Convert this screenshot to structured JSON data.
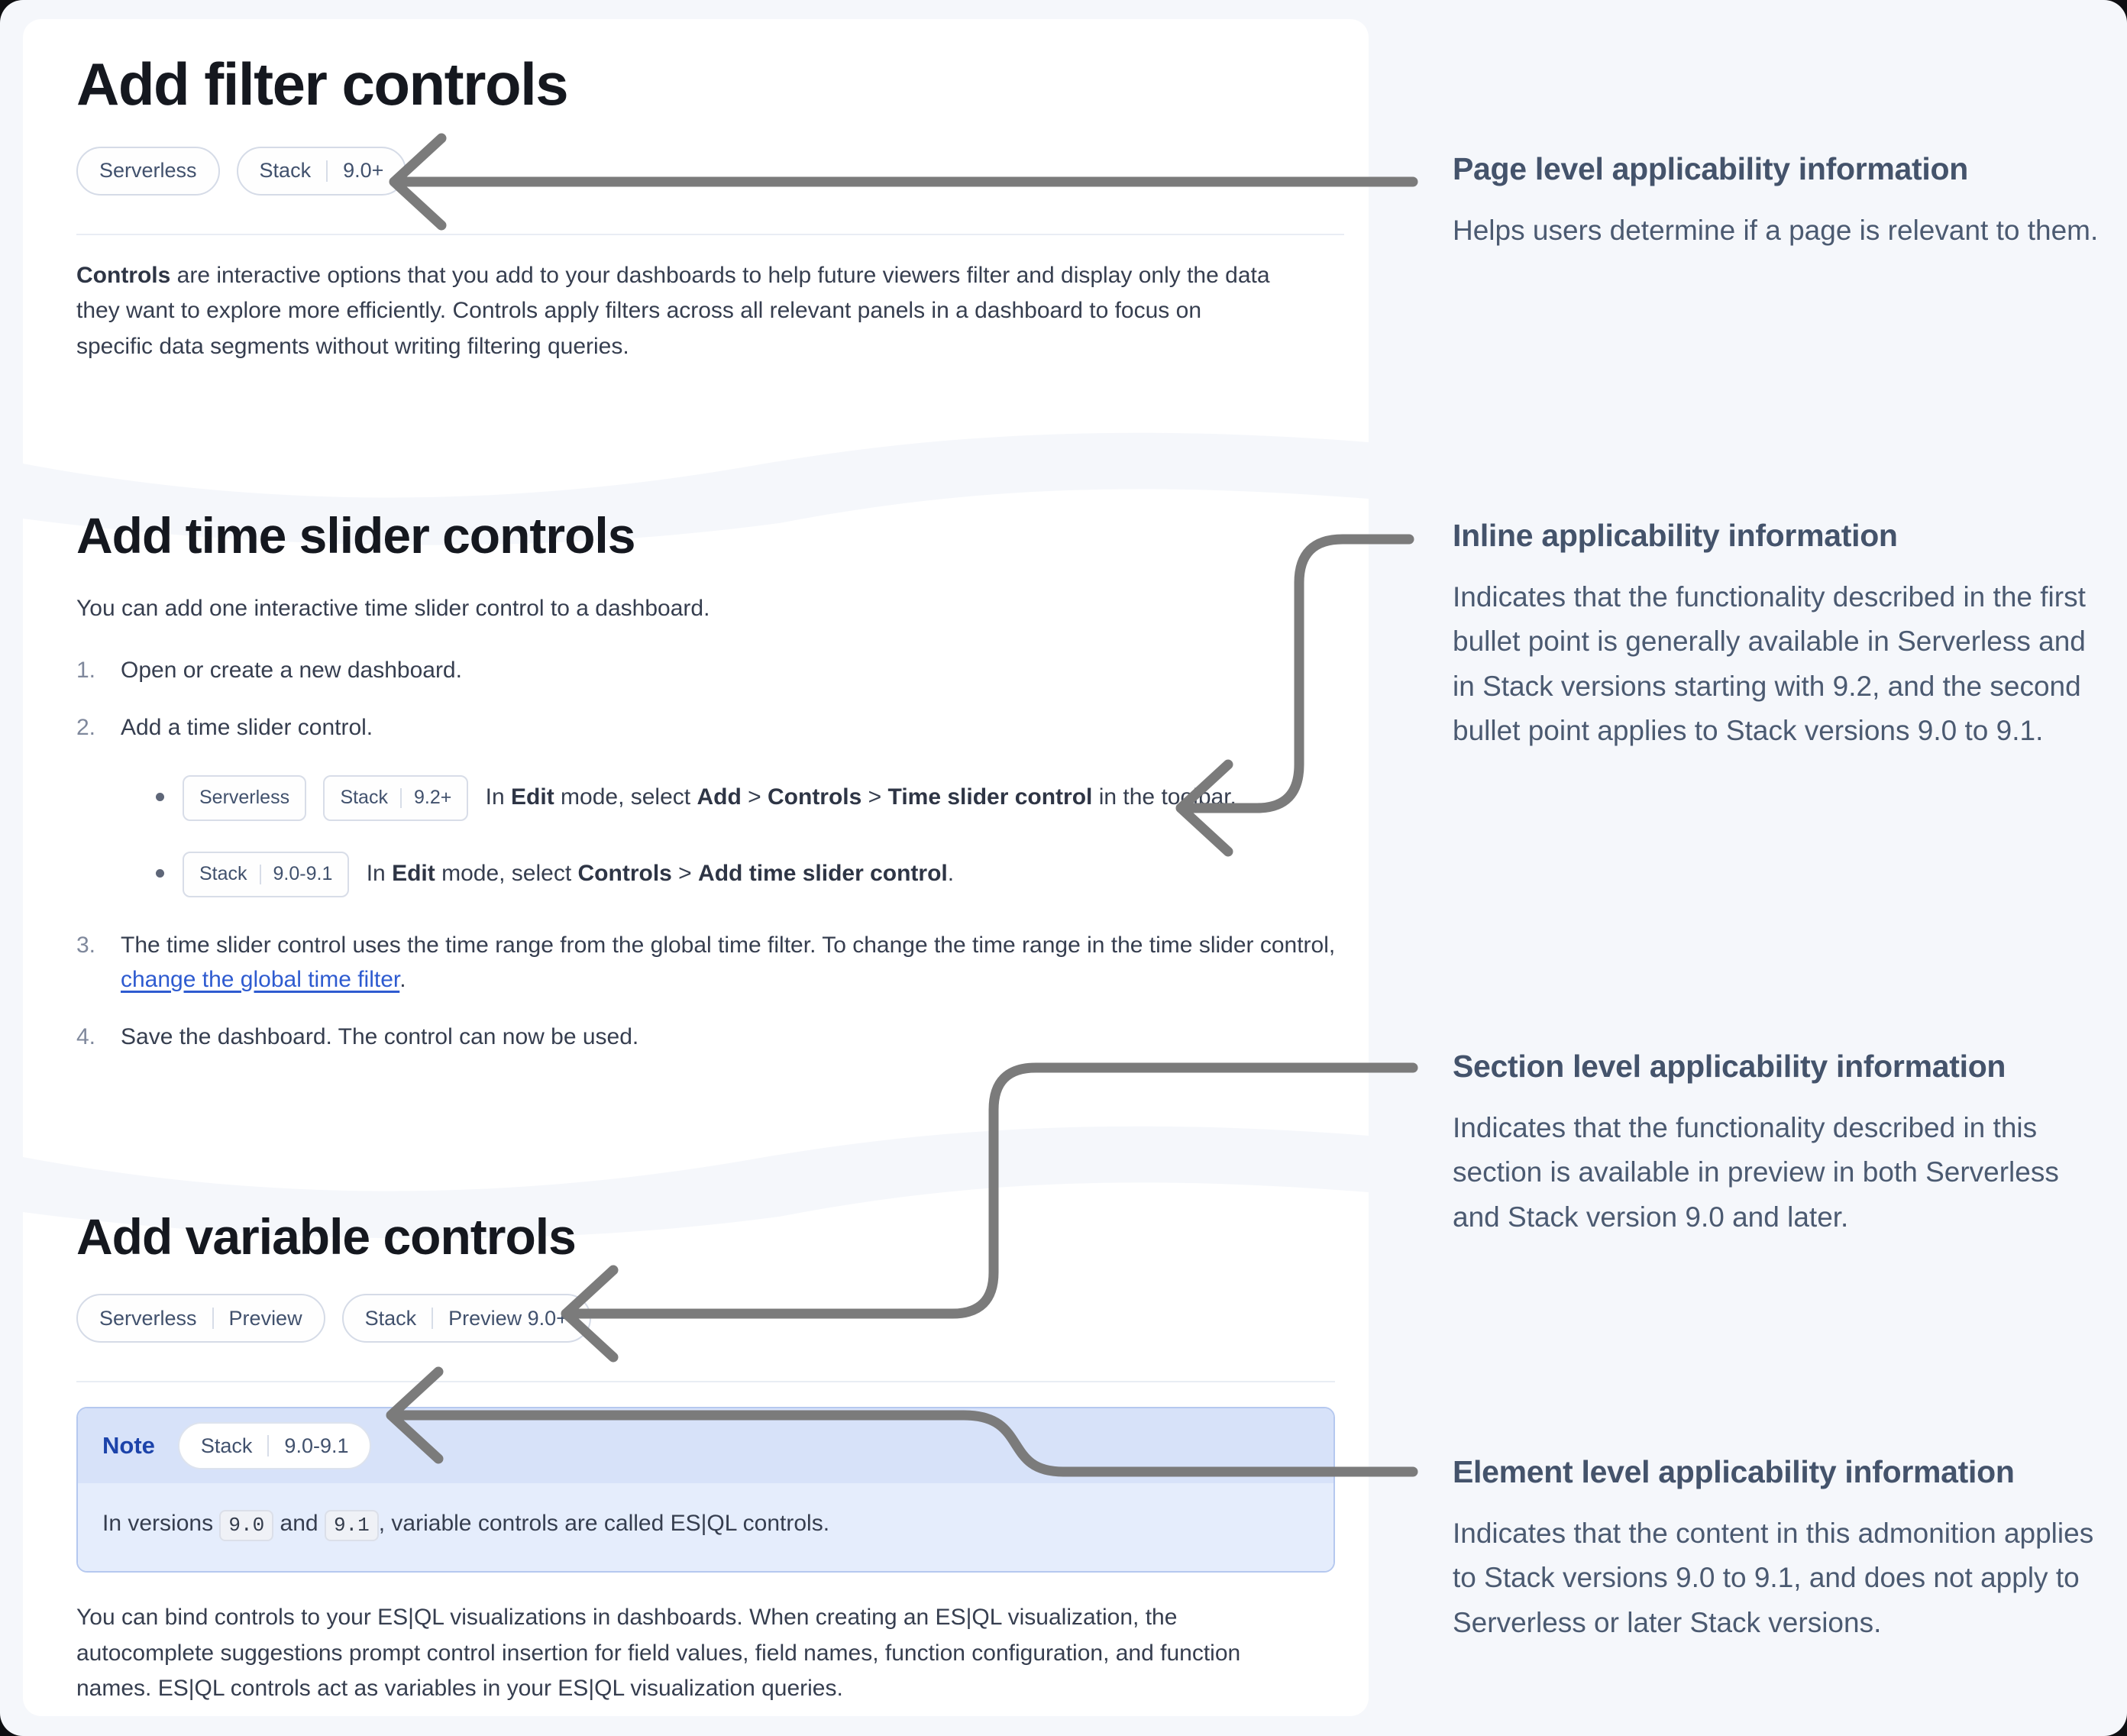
{
  "page": {
    "bg_color": "#f5f7fb",
    "card_color": "#ffffff",
    "arrow_color": "#7b7b7b",
    "link_color": "#2e5bd0",
    "note_header_color": "#d7e2f9",
    "note_body_color": "#e5edfc"
  },
  "sections": {
    "filter": {
      "title": "Add filter controls",
      "badges": [
        {
          "parts": [
            "Serverless"
          ]
        },
        {
          "parts": [
            "Stack",
            "9.0+"
          ]
        }
      ],
      "paragraph": [
        {
          "t": "Controls",
          "s": "bold"
        },
        {
          "t": " are interactive options that you add to your dashboards to help future viewers filter and display only the data they want to explore more efficiently. Controls apply filters across all relevant panels in a dashboard to focus on specific data segments without writing filtering queries."
        }
      ]
    },
    "time_slider": {
      "title": "Add time slider controls",
      "intro": "You can add one interactive time slider control to a dashboard.",
      "steps": {
        "s1_num": "1.",
        "s1": "Open or create a new dashboard.",
        "s2_num": "2.",
        "s2": "Add a time slider control.",
        "s3_num": "3.",
        "s3": [
          {
            "t": "The time slider control uses the time range from the global time filter. To change the time range in the time slider control, "
          },
          {
            "t": "change the global time filter",
            "s": "link"
          },
          {
            "t": "."
          }
        ],
        "s4_num": "4.",
        "s4": "Save the dashboard. The control can now be used."
      },
      "bullet1": {
        "badges": [
          {
            "parts": [
              "Serverless"
            ]
          },
          {
            "parts": [
              "Stack",
              "9.2+"
            ]
          }
        ],
        "text": [
          {
            "t": "In "
          },
          {
            "t": "Edit",
            "s": "bold"
          },
          {
            "t": " mode, select "
          },
          {
            "t": "Add",
            "s": "bold"
          },
          {
            "t": " > "
          },
          {
            "t": "Controls",
            "s": "bold"
          },
          {
            "t": " > "
          },
          {
            "t": "Time slider control",
            "s": "bold"
          },
          {
            "t": " in the toolbar."
          }
        ]
      },
      "bullet2": {
        "badges": [
          {
            "parts": [
              "Stack",
              "9.0-9.1"
            ]
          }
        ],
        "text": [
          {
            "t": "In "
          },
          {
            "t": "Edit",
            "s": "bold"
          },
          {
            "t": " mode, select "
          },
          {
            "t": "Controls",
            "s": "bold"
          },
          {
            "t": " > "
          },
          {
            "t": "Add time slider control",
            "s": "bold"
          },
          {
            "t": "."
          }
        ]
      }
    },
    "variable": {
      "title": "Add variable controls",
      "badges": [
        {
          "parts": [
            "Serverless",
            "Preview"
          ]
        },
        {
          "parts": [
            "Stack",
            "Preview 9.0+"
          ]
        }
      ],
      "note": {
        "label": "Note",
        "badge": {
          "parts": [
            "Stack",
            "9.0-9.1"
          ]
        },
        "body": [
          {
            "t": "In versions "
          },
          {
            "t": "9.0",
            "s": "code"
          },
          {
            "t": " and "
          },
          {
            "t": "9.1",
            "s": "code"
          },
          {
            "t": ", variable controls are called ES|QL controls."
          }
        ]
      },
      "paragraph": [
        {
          "t": "You can bind controls to your ES|QL visualizations in dashboards. When creating an ES|QL visualization, the autocomplete suggestions prompt control insertion for field values, field names, function configuration, and function names. ES|QL controls act as variables in your ES|QL visualization queries."
        }
      ]
    }
  },
  "annotations": {
    "page_level": {
      "title": "Page level applicability information",
      "body": "Helps users determine if a page is relevant to them."
    },
    "inline_level": {
      "title": "Inline applicability information",
      "body": "Indicates that the functionality described in the first bullet point is generally available in Serverless and in Stack versions starting with 9.2, and the second bullet point applies to Stack versions 9.0 to 9.1."
    },
    "section_level": {
      "title": "Section level applicability information",
      "body": "Indicates that the functionality described in this section is available in preview in both Serverless and Stack version 9.0 and later."
    },
    "element_level": {
      "title": "Element level applicability information",
      "body": "Indicates that the content in this admonition applies to Stack versions 9.0 to 9.1, and does not apply to Serverless or later Stack versions."
    }
  }
}
